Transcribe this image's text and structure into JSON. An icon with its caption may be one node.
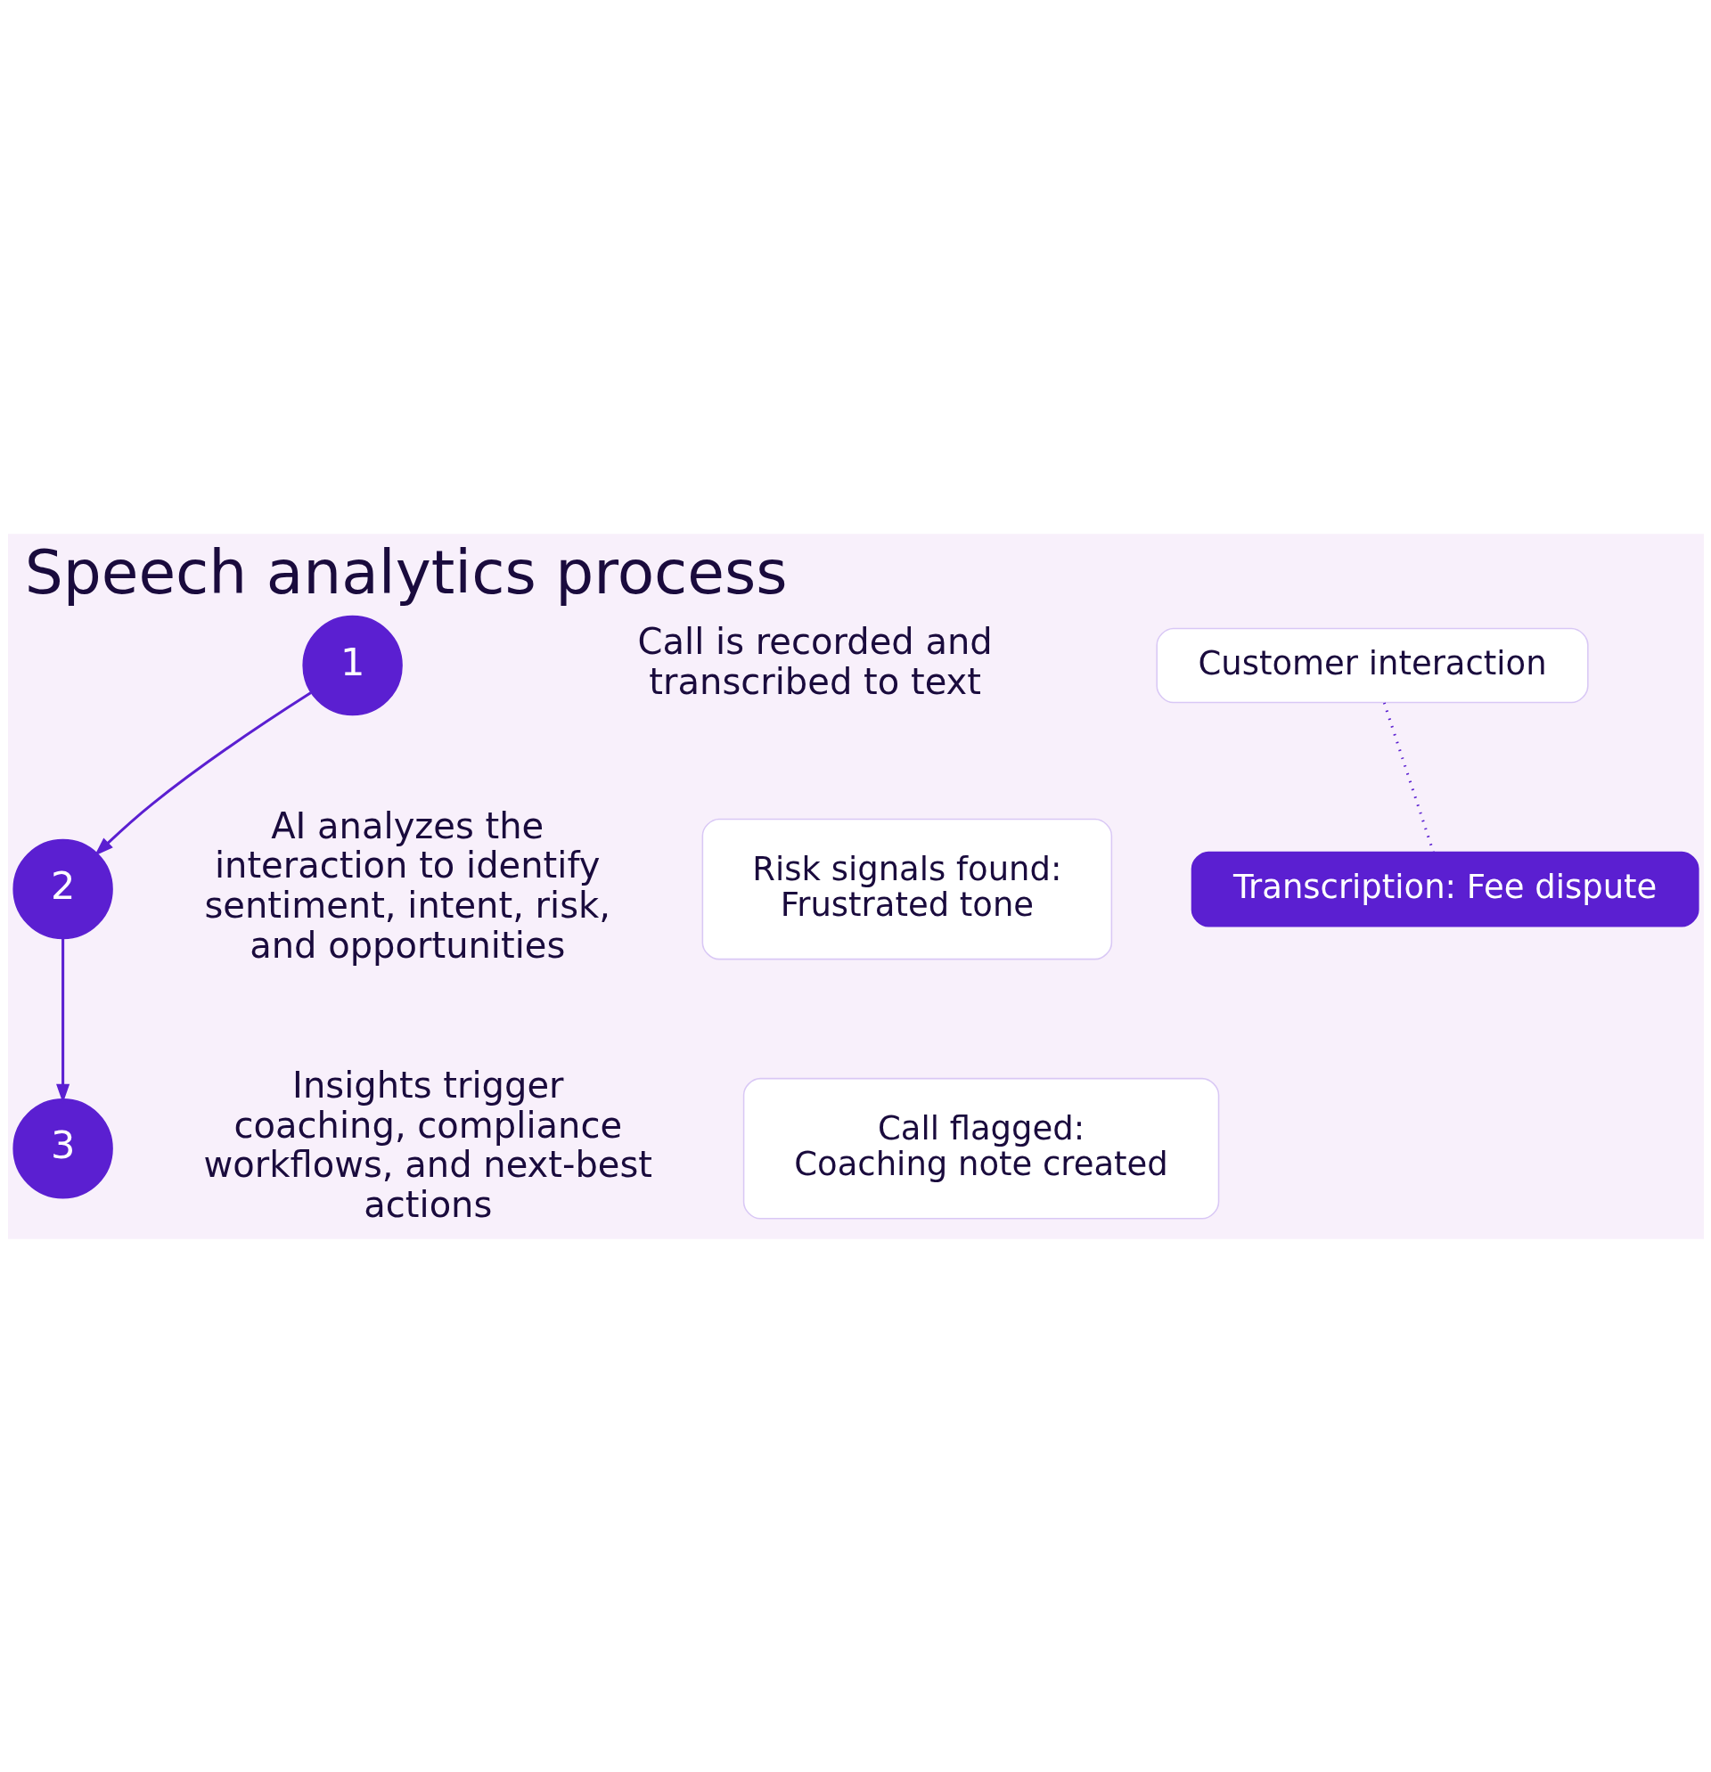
{
  "diagram": {
    "title": "Speech analytics process",
    "nodes": [
      {
        "text": [
          "1"
        ]
      },
      {
        "text": [
          "Call is recorded and transcribed to text"
        ]
      },
      {
        "text": [
          "Customer interaction"
        ]
      },
      {
        "text": [
          "Transcription: Fee dispute"
        ]
      },
      {
        "text": [
          "2"
        ]
      },
      {
        "text": [
          "AI analyzes the interaction to identify sentiment, intent, risk, and opportunities"
        ]
      },
      {
        "text": [
          "Risk signals found:",
          "Frustrated tone"
        ]
      },
      {
        "text": [
          "3"
        ]
      },
      {
        "text": [
          "Insights trigger coaching, compliance workflows, and next-best actions"
        ]
      },
      {
        "text": [
          "Call flagged:",
          "Coaching note created"
        ]
      }
    ],
    "edges": [
      {
        "from": 0,
        "to": 4,
        "arrow": "to"
      },
      {
        "from": 4,
        "to": 7,
        "arrow": "to"
      },
      {
        "from": 2,
        "to": 3,
        "arrow": "none",
        "style": "dashed"
      }
    ]
  }
}
